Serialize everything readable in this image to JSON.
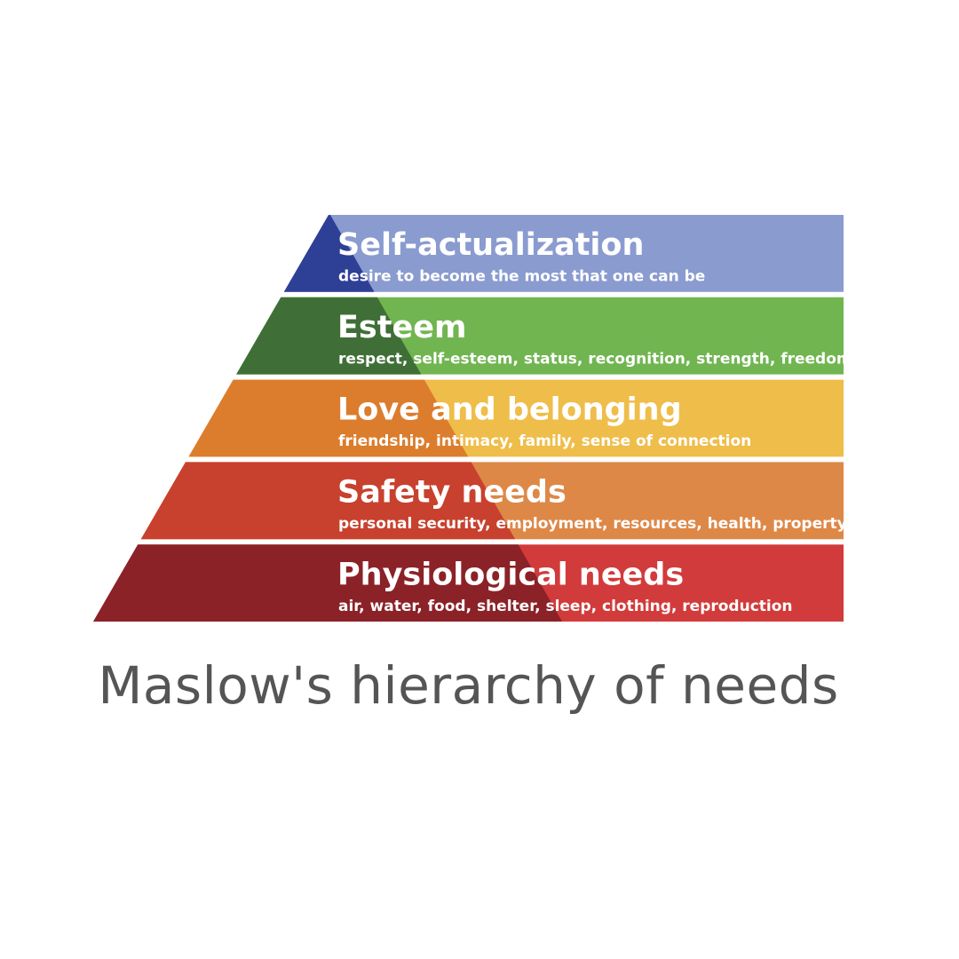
{
  "levels": [
    {
      "title": "Self-actualization",
      "description": "desire to become the most that one can be",
      "colors": {
        "light": "#8a9bd0",
        "dark": "#2e3f96"
      }
    },
    {
      "title": "Esteem",
      "description": "respect, self-esteem, status, recognition, strength, freedom",
      "colors": {
        "light": "#71b551",
        "dark": "#3f6f37"
      }
    },
    {
      "title": "Love and belonging",
      "description": "friendship, intimacy, family, sense of connection",
      "colors": {
        "light": "#efbd49",
        "dark": "#dc7d2d"
      }
    },
    {
      "title": "Safety needs",
      "description": "personal security, employment, resources, health, property",
      "colors": {
        "light": "#de8848",
        "dark": "#c8412e"
      }
    },
    {
      "title": "Physiological needs",
      "description": "air, water, food, shelter, sleep, clothing, reproduction",
      "colors": {
        "light": "#d23b3b",
        "dark": "#8b2227"
      }
    }
  ],
  "caption": "Maslow's hierarchy of needs"
}
